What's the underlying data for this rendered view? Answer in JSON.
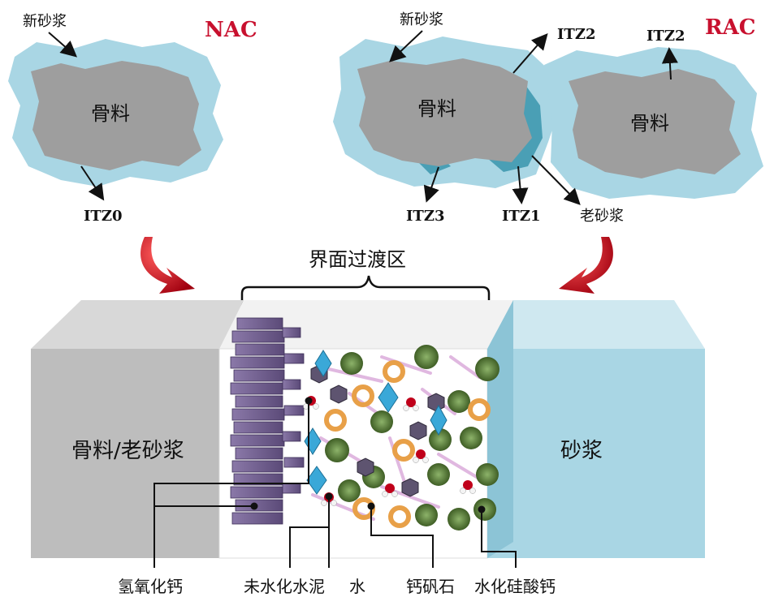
{
  "top_left": {
    "title": "NAC",
    "new_mortar": "新砂浆",
    "aggregate": "骨料",
    "itz0": "ITZ0"
  },
  "top_right": {
    "title": "RAC",
    "new_mortar": "新砂浆",
    "aggregate_1": "骨料",
    "aggregate_2": "骨料",
    "itz2_a": "ITZ2",
    "itz2_b": "ITZ2",
    "itz3": "ITZ3",
    "itz1": "ITZ1",
    "old_mortar": "老砂浆"
  },
  "bottom": {
    "itz_label": "界面过渡区",
    "left_block": "骨料/老砂浆",
    "right_block": "砂浆",
    "legend": [
      "氢氧化钙",
      "未水化水泥",
      "水",
      "钙矾石",
      "水化硅酸钙"
    ]
  },
  "colors": {
    "aggregate": "#9e9e9e",
    "mortar": "#a9d6e4",
    "old_mortar": "#4a9fb5",
    "arrow_red": "#c8102e",
    "ch_plates": "#6e5a8c",
    "csh": "#5a7a3a",
    "ettringite": "#e8a048"
  }
}
